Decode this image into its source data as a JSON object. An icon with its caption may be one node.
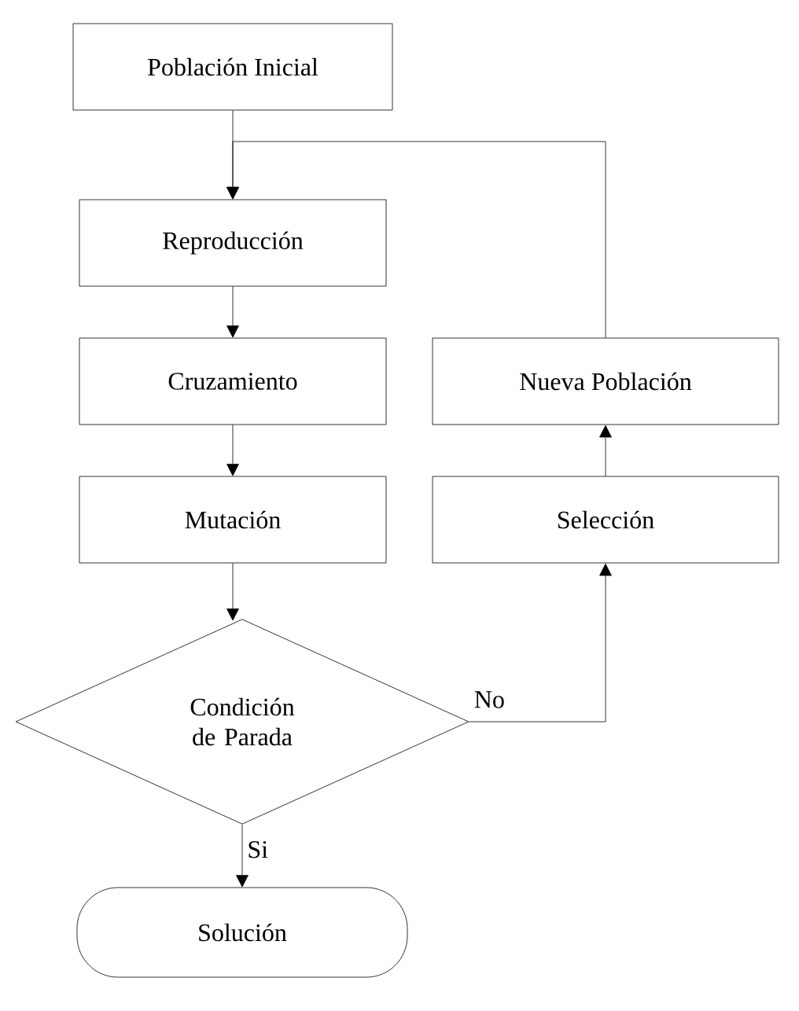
{
  "diagram": {
    "nodes": [
      {
        "text": [
          "Población Inicial"
        ]
      },
      {
        "text": [
          "Reproducción"
        ]
      },
      {
        "text": [
          "Cruzamiento"
        ]
      },
      {
        "text": [
          "Mutación"
        ]
      },
      {
        "text": [
          "Condición de Parada"
        ]
      },
      {
        "text": [
          "Solución"
        ]
      },
      {
        "text": [
          "Nueva Población"
        ]
      },
      {
        "text": [
          "Selección"
        ]
      }
    ],
    "edges": [
      {
        "from": 0,
        "to": 1,
        "arrow": "to"
      },
      {
        "from": 6,
        "to": 1,
        "arrow": "to"
      },
      {
        "from": 1,
        "to": 2,
        "arrow": "to"
      },
      {
        "from": 2,
        "to": 3,
        "arrow": "to"
      },
      {
        "from": 3,
        "to": 4,
        "arrow": "to"
      },
      {
        "from": 4,
        "to": 5,
        "arrow": "to",
        "label": "Si"
      },
      {
        "from": 4,
        "to": 7,
        "arrow": "to",
        "label": "No"
      },
      {
        "from": 7,
        "to": 6,
        "arrow": "to"
      }
    ]
  }
}
